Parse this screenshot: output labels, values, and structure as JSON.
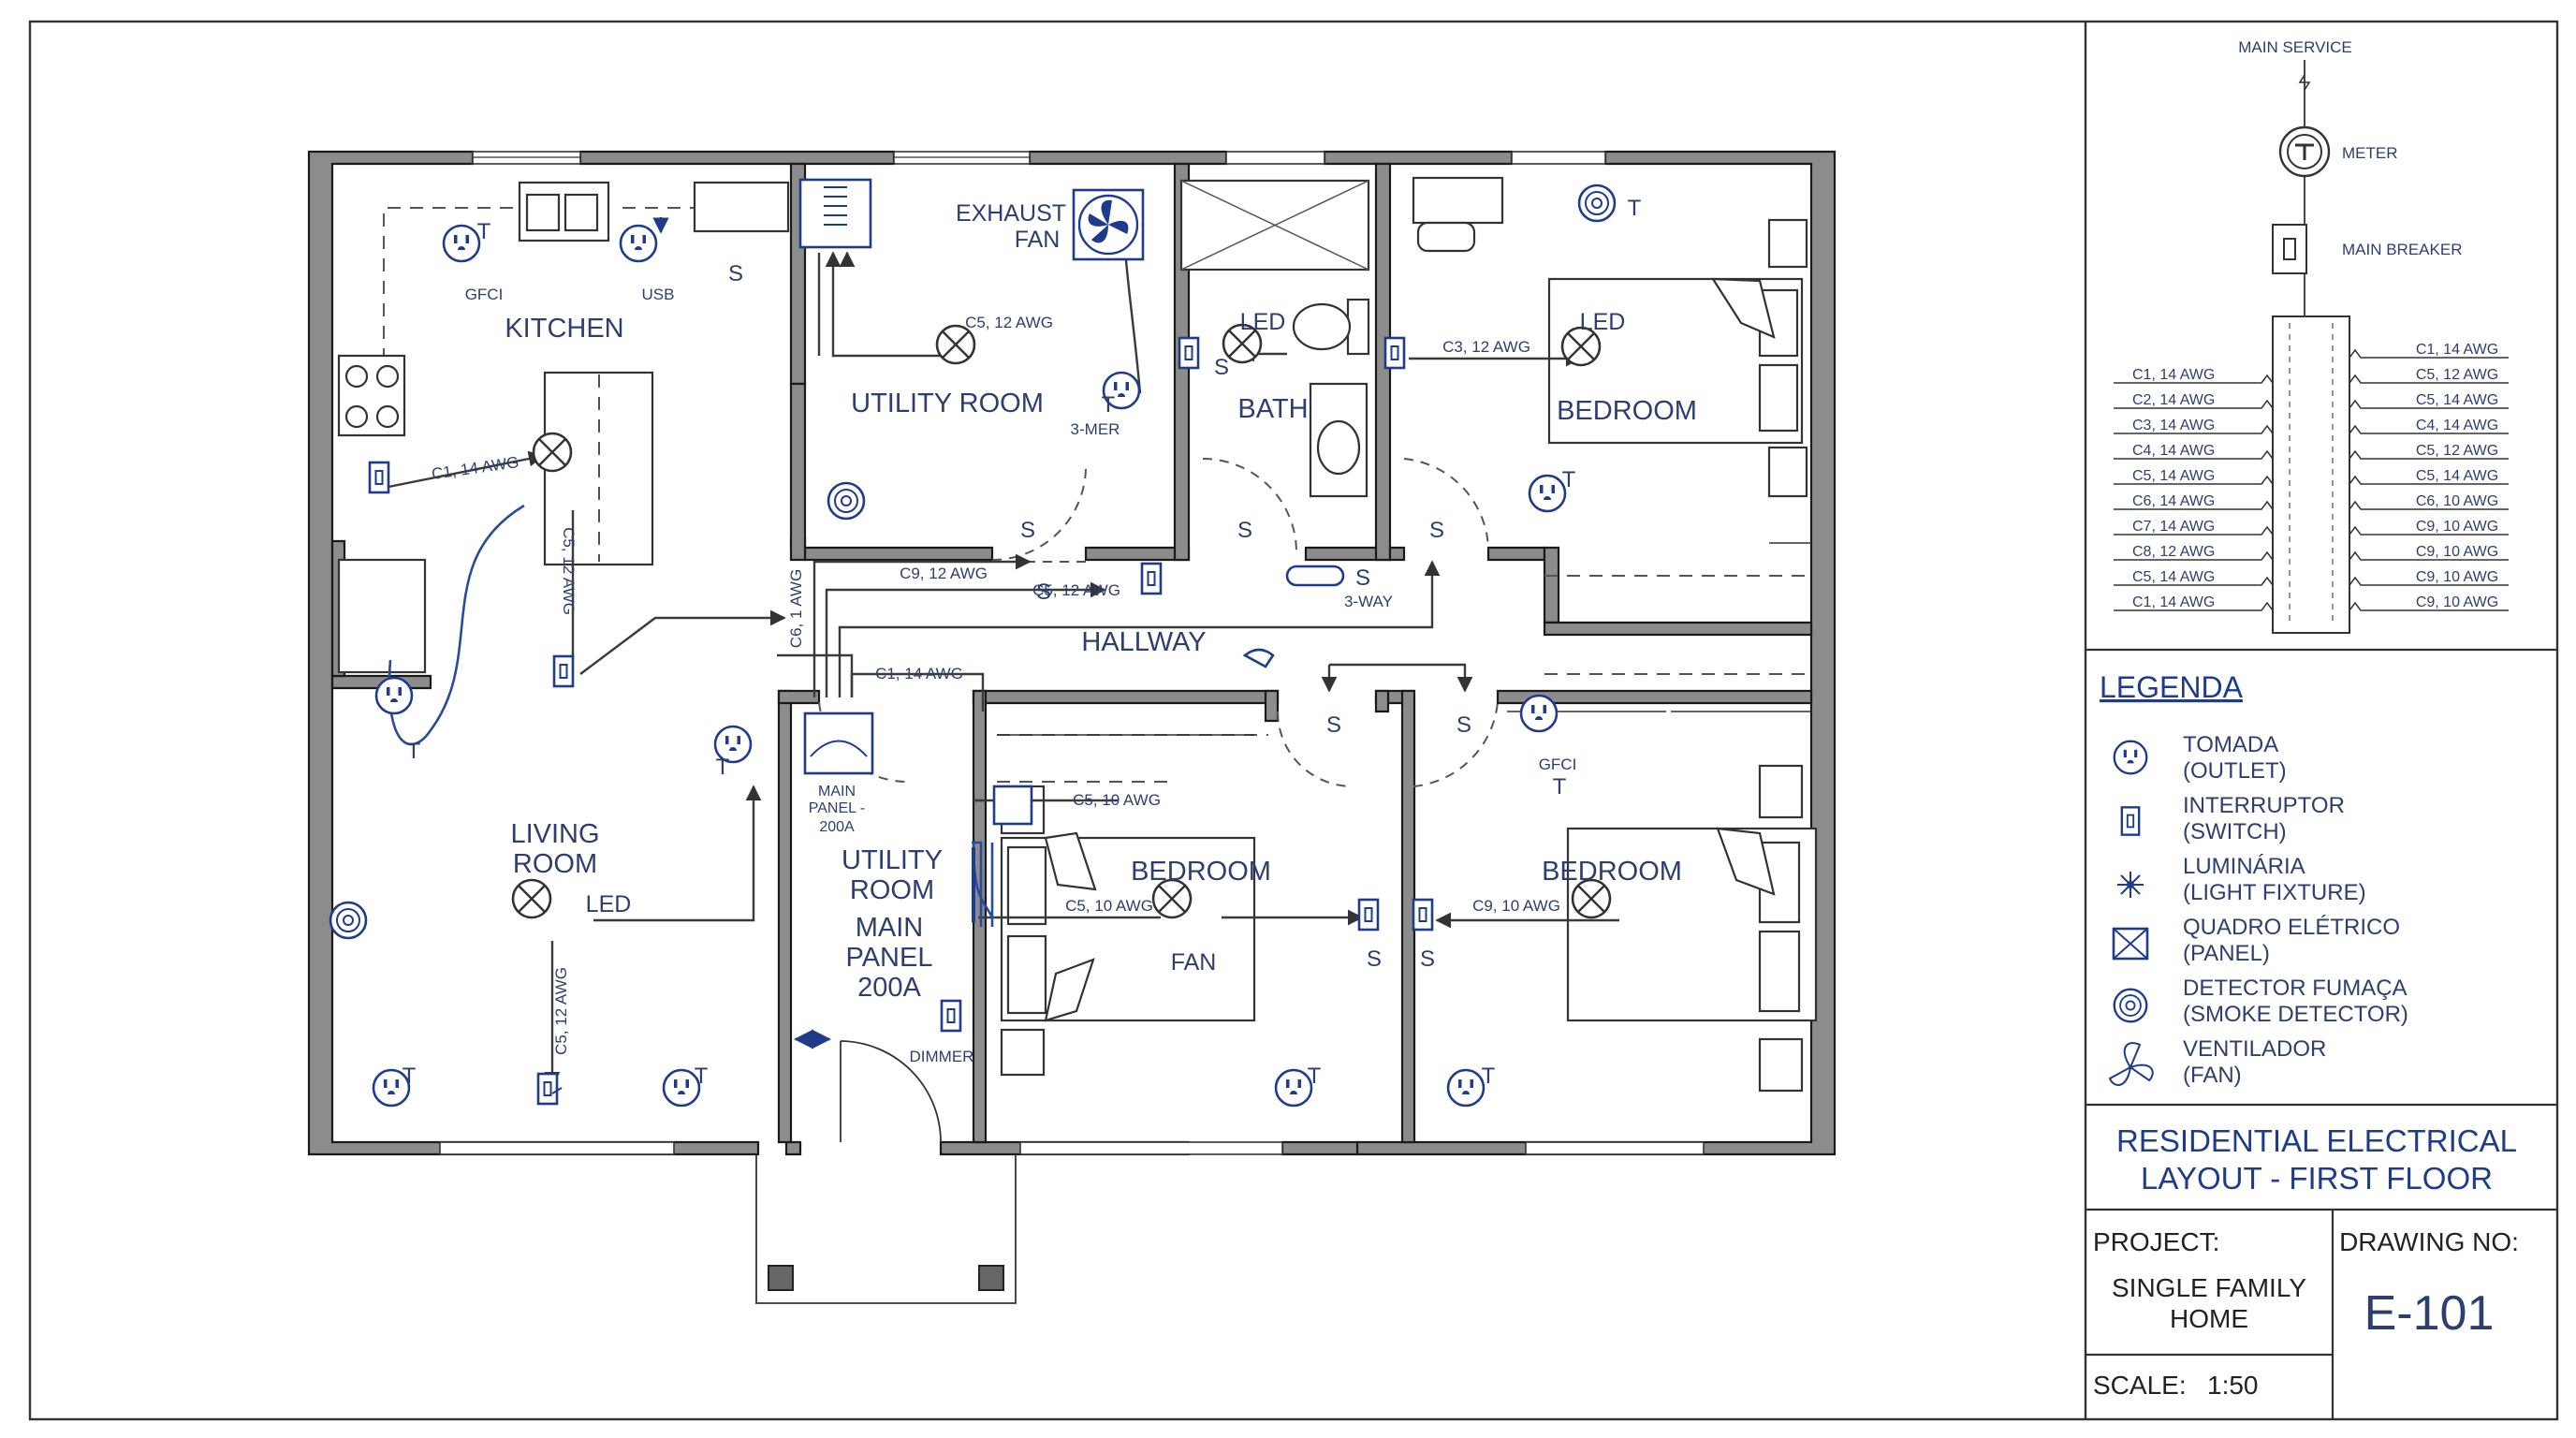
{
  "rooms": {
    "kitchen": "KITCHEN",
    "utility_top": "UTILITY ROOM",
    "exhaust_fan": [
      "EXHAUST",
      "FAN"
    ],
    "bath": "BATH",
    "bedroom_ne": "BEDROOM",
    "hallway": "HALLWAY",
    "living_room": [
      "LIVING",
      "ROOM"
    ],
    "utility_bottom": [
      "UTILITY",
      "ROOM"
    ],
    "main_panel_text": [
      "MAIN",
      "PANEL",
      "200A"
    ],
    "bedroom_s": "BEDROOM",
    "bedroom_se": "BEDROOM"
  },
  "fixtures": {
    "gfci": "GFCI",
    "usb": "USB",
    "t": "T",
    "s": "S",
    "led": "LED",
    "fan": "FAN",
    "three_way": "3-WAY",
    "three_mer": "3-MER",
    "dimmer": "DIMMER",
    "panel_small": [
      "MAIN",
      "PANEL -",
      "200A"
    ]
  },
  "circuits": {
    "c5_12_utility": "C5, 12 AWG",
    "c3_12": "C3, 12 AWG",
    "c1_14_kitchen": "C1, 14 AWG",
    "c5_12_kitchen_v": "C5, 12 AWG",
    "c9_12": "C9, 12 AWG",
    "c5_12_hall": "C5, 12 AWG",
    "c6_1": "C6, 1 AWG",
    "c1_14_hall": "C1, 14 AWG",
    "c5_10_closet": "C5, 10 AWG",
    "c5_10_bed": "C5, 10 AWG",
    "c9_10_bed": "C9, 10 AWG",
    "c5_12_living_v": "C5, 12 AWG"
  },
  "riser": {
    "main_service": "MAIN SERVICE",
    "meter": "METER",
    "main_breaker": "MAIN BREAKER",
    "left": [
      "C1, 14 AWG",
      "C2, 14 AWG",
      "C3, 14 AWG",
      "C4, 14 AWG",
      "C5, 14 AWG",
      "C6, 14 AWG",
      "C7, 14 AWG",
      "C8, 12 AWG",
      "C5, 14 AWG",
      "C1, 14 AWG"
    ],
    "right": [
      "C1, 14 AWG",
      "C5, 12 AWG",
      "C5, 14 AWG",
      "C4, 14 AWG",
      "C5, 12 AWG",
      "C5, 14 AWG",
      "C6, 10 AWG",
      "C9, 10 AWG",
      "C9, 10 AWG",
      "C9, 10 AWG",
      "C9, 10 AWG"
    ]
  },
  "legend": {
    "title": "LEGENDA",
    "items": [
      {
        "icon": "outlet-icon",
        "l1": "TOMADA",
        "l2": "(OUTLET)"
      },
      {
        "icon": "switch-icon",
        "l1": "INTERRUPTOR",
        "l2": "(SWITCH)"
      },
      {
        "icon": "light-fixture-icon",
        "l1": "LUMINÁRIA",
        "l2": "(LIGHT FIXTURE)"
      },
      {
        "icon": "panel-icon",
        "l1": "QUADRO ELÉTRICO",
        "l2": "(PANEL)"
      },
      {
        "icon": "smoke-detector-icon",
        "l1": "DETECTOR FUMAÇA",
        "l2": "(SMOKE DETECTOR)"
      },
      {
        "icon": "fan-icon",
        "l1": "VENTILADOR",
        "l2": "(FAN)"
      }
    ]
  },
  "title_block": {
    "title": [
      "RESIDENTIAL ELECTRICAL",
      "LAYOUT - FIRST FLOOR"
    ],
    "project_label": "PROJECT:",
    "project_value": [
      "SINGLE FAMILY",
      "HOME"
    ],
    "drawing_label": "DRAWING NO:",
    "drawing_value": "E-101",
    "scale_label": "SCALE:",
    "scale_value": "1:50"
  }
}
